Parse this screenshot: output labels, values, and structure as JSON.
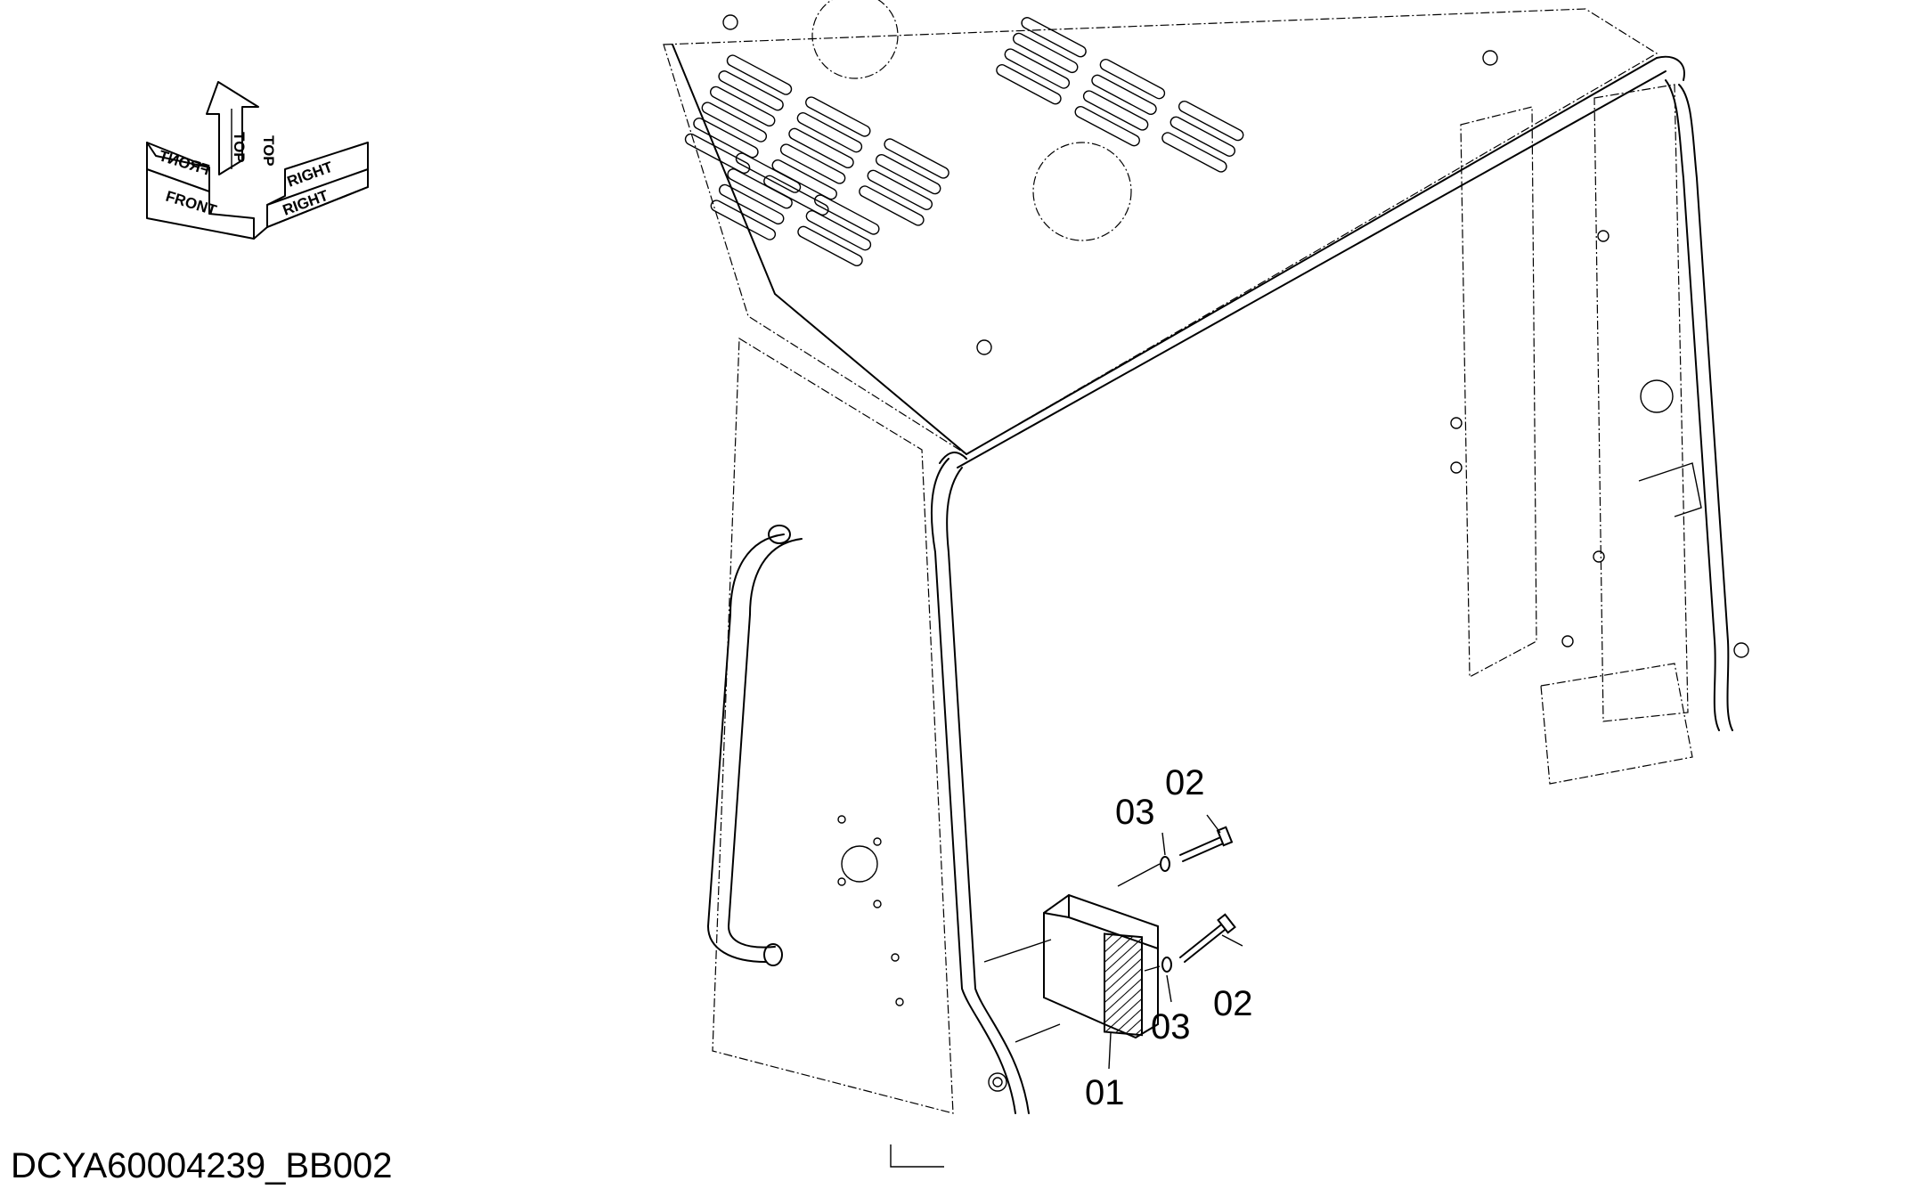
{
  "orientation": {
    "front": "FRONT",
    "top_left": "TOP",
    "top_right": "TOP",
    "right": "RIGHT",
    "front_mirror": "FRONT",
    "right_mirror": "RIGHT"
  },
  "callouts": {
    "part_01": "01",
    "bolt_upper": "02",
    "bolt_lower": "02",
    "washer_upper": "03",
    "washer_lower": "03"
  },
  "drawing_code": "DCYA60004239_BB002"
}
